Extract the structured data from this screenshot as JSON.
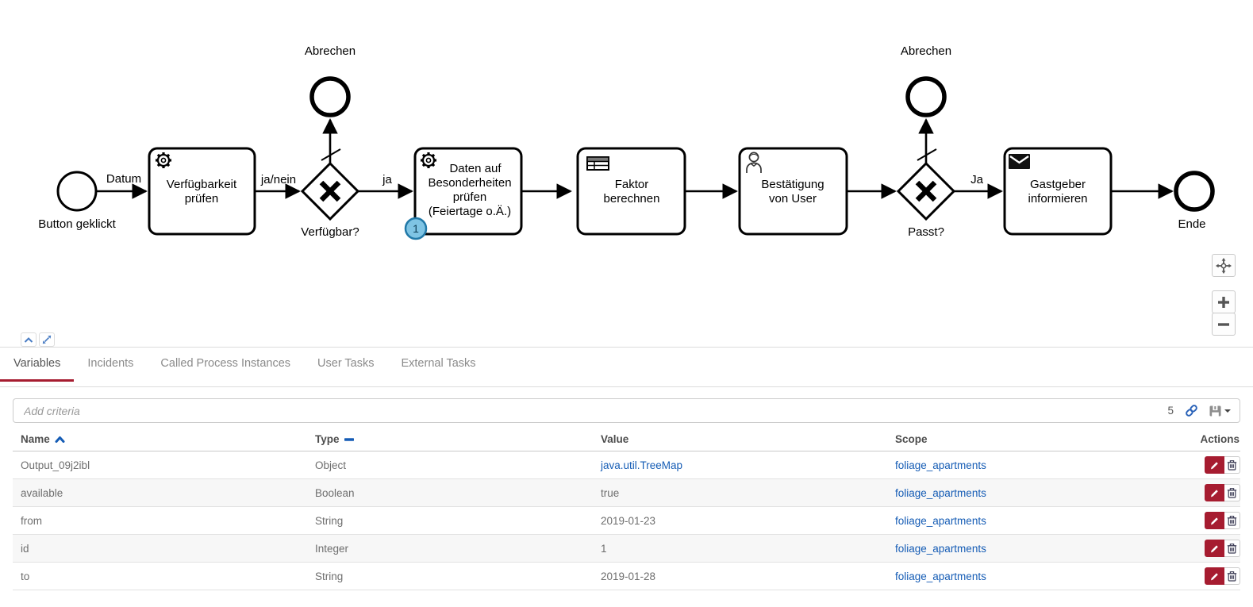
{
  "diagram": {
    "start_event": {
      "label": "Button geklickt"
    },
    "flow_labels": {
      "datum": "Datum",
      "ja_nein": "ja/nein",
      "ja": "ja",
      "Ja": "Ja"
    },
    "tasks": {
      "task1": {
        "lines": [
          "Verfügbarkeit",
          "prüfen"
        ],
        "icon": "gear-icon"
      },
      "task2": {
        "lines": [
          "Daten auf",
          "Besonderheiten",
          "prüfen",
          "(Feiertage o.Ä.)"
        ],
        "icon": "gear-icon",
        "badge": "1"
      },
      "task3": {
        "lines": [
          "Faktor",
          "berechnen"
        ],
        "icon": "table-icon"
      },
      "task4": {
        "lines": [
          "Bestätigung",
          "von User"
        ],
        "icon": "user-icon"
      },
      "task5": {
        "lines": [
          "Gastgeber",
          "informieren"
        ],
        "icon": "envelope-icon"
      }
    },
    "gateways": {
      "g1": "Verfügbar?",
      "g2": "Passt?"
    },
    "end_events": {
      "cancel1": "Abrechen",
      "cancel2": "Abrechen",
      "end": "Ende"
    },
    "controls": {
      "pan": "move-icon",
      "zoom_in": "plus-icon",
      "zoom_out": "minus-icon"
    }
  },
  "panel": {
    "collapse_icons": {
      "collapse": "chevron-up-icon",
      "expand": "expand-icon"
    },
    "tabs": [
      {
        "label": "Variables",
        "active": true
      },
      {
        "label": "Incidents",
        "active": false
      },
      {
        "label": "Called Process Instances",
        "active": false
      },
      {
        "label": "User Tasks",
        "active": false
      },
      {
        "label": "External Tasks",
        "active": false
      }
    ],
    "search": {
      "placeholder": "Add criteria",
      "count": "5",
      "icons": [
        "link-icon",
        "save-icon",
        "caret-down-icon"
      ]
    },
    "table": {
      "headers": {
        "name": "Name",
        "type": "Type",
        "value": "Value",
        "scope": "Scope",
        "actions": "Actions"
      },
      "sort": {
        "name": "caret-up-icon",
        "type": "minus-icon"
      },
      "rows": [
        {
          "name": "Output_09j2ibl",
          "type": "Object",
          "value": "java.util.TreeMap",
          "scope": "foliage_apartments"
        },
        {
          "name": "available",
          "type": "Boolean",
          "value": "true",
          "scope": "foliage_apartments"
        },
        {
          "name": "from",
          "type": "String",
          "value": "2019-01-23",
          "scope": "foliage_apartments"
        },
        {
          "name": "id",
          "type": "Integer",
          "value": "1",
          "scope": "foliage_apartments"
        },
        {
          "name": "to",
          "type": "String",
          "value": "2019-01-28",
          "scope": "foliage_apartments"
        }
      ],
      "row_actions": [
        "pencil-icon",
        "trash-icon"
      ]
    }
  },
  "colors": {
    "accent_red": "#a61c30",
    "link_blue": "#155cb5",
    "badge_fill": "#7fc4e4",
    "badge_border": "#2279a8",
    "panel_icon_blue": "#4a7dc4"
  }
}
